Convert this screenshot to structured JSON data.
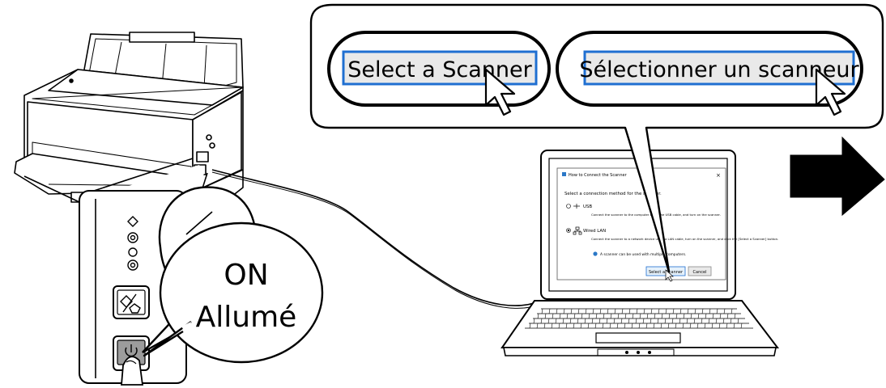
{
  "callout": {
    "button_en": "Select a Scanner",
    "button_fr": "Sélectionner un scanneur"
  },
  "power_label": {
    "line1": "ON",
    "line2": "Allumé"
  },
  "dialog": {
    "title": "How to Connect the Scanner",
    "close": "×",
    "heading": "Select a connection method for the scanner.",
    "options": [
      {
        "label": "USB",
        "description": "Connect the scanner to the computer using the USB cable, and turn on the scanner.",
        "selected": false
      },
      {
        "label": "Wired LAN",
        "description": "Connect the scanner to a network device using a LAN cable, turn on the scanner, and click the [Select a Scanner] button.",
        "selected": true
      }
    ],
    "info_note": "A scanner can be used with multiple computers.",
    "select_button": "Select a Scanner",
    "cancel_button": "Cancel"
  },
  "colors": {
    "outline": "#000000",
    "highlight_blue": "#1f6fd1",
    "button_fill": "#e9e9e9",
    "power_button_fill": "#9c9c9c",
    "dialog_title_icon": "#2b78c7"
  },
  "icons": [
    "scanner",
    "laptop",
    "hand-pointer-cursor",
    "finger",
    "arrow-right",
    "usb",
    "network",
    "info",
    "start-button",
    "power-button"
  ]
}
